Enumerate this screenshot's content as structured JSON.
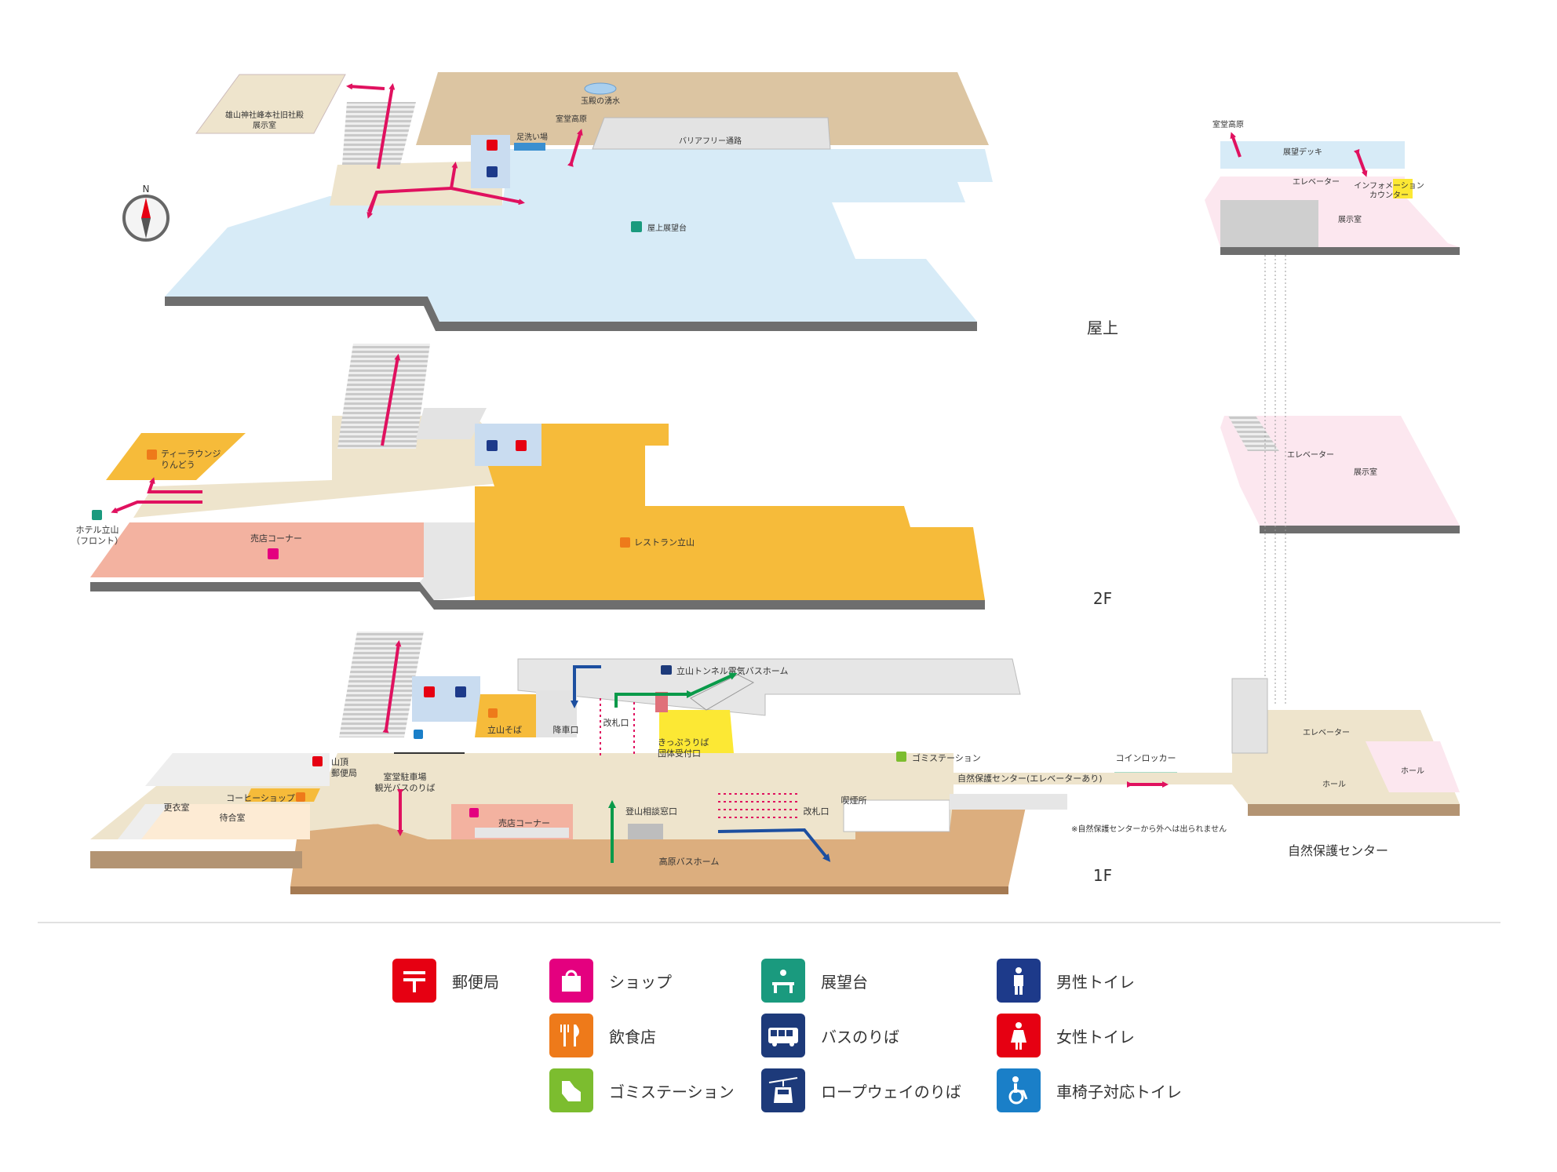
{
  "floors": {
    "rooftop": "屋上",
    "second": "2F",
    "first": "1F"
  },
  "compass": {
    "north": "N"
  },
  "rooftop": {
    "shrine_hall": [
      "雄山神社峰本社旧社殿",
      "展示室"
    ],
    "spring": "玉殿の湧水",
    "foot_wash": "足洗い場",
    "murodo_plateau": "室堂高原",
    "barrier_free": "バリアフリー通路",
    "observation_deck": "屋上展望台"
  },
  "second": {
    "tea_lounge": [
      "ティーラウンジ",
      "りんどう"
    ],
    "hotel": [
      "ホテル立山",
      "（フロント）"
    ],
    "shop_corner": "売店コーナー",
    "restaurant": "レストラン立山"
  },
  "first": {
    "tunnel_bus": "立山トンネル電気バスホーム",
    "tateyama_soba": "立山そば",
    "alighting": "降車口",
    "ticket_gate": "改札口",
    "ticket_office": [
      "きっぷうりば",
      "団体受付口"
    ],
    "garbage_station": "ゴミステーション",
    "summit_post": [
      "山頂",
      "郵便局"
    ],
    "parking": [
      "室堂駐車場",
      "観光バスのりば"
    ],
    "changing_room": "更衣室",
    "coffee_shop": "コーヒーショップ",
    "waiting_room": "待合室",
    "shop_corner": "売店コーナー",
    "climbing_desk": "登山相談窓口",
    "ticket_gate2": "改札口",
    "smoking": "喫煙所",
    "plateau_bus": "高原バスホーム",
    "coin_locker": "コインロッカー",
    "to_nature_center": "自然保護センター(エレベーターあり)",
    "note": "※自然保護センターから外へは出られません"
  },
  "nature_center": {
    "title": "自然保護センター",
    "top": {
      "murodo_plateau": "室堂高原",
      "deck": "展望デッキ",
      "elevator": "エレベーター",
      "info": [
        "インフォメーション",
        "カウンター"
      ],
      "exhibition": "展示室"
    },
    "mid": {
      "elevator": "エレベーター",
      "exhibition": "展示室"
    },
    "bottom": {
      "elevator": "エレベーター",
      "hall": "ホール",
      "hall2": "ホール"
    }
  },
  "legend": [
    {
      "name": "post-office",
      "label": "郵便局",
      "color": "#e60012"
    },
    {
      "name": "shop",
      "label": "ショップ",
      "color": "#e4007f"
    },
    {
      "name": "observation",
      "label": "展望台",
      "color": "#1a9a7e"
    },
    {
      "name": "male-toilet",
      "label": "男性トイレ",
      "color": "#1d3a8a"
    },
    {
      "name": "restaurant",
      "label": "飲食店",
      "color": "#ee7a1a"
    },
    {
      "name": "bus",
      "label": "バスのりば",
      "color": "#1d3a7a"
    },
    {
      "name": "female-toilet",
      "label": "女性トイレ",
      "color": "#e60012"
    },
    {
      "name": "garbage",
      "label": "ゴミステーション",
      "color": "#7cbd2f"
    },
    {
      "name": "ropeway",
      "label": "ロープウェイのりば",
      "color": "#1d3a7a"
    },
    {
      "name": "accessible-toilet",
      "label": "車椅子対応トイレ",
      "color": "#1a7fc8"
    }
  ],
  "colors": {
    "observation_blue": "#d7ebf7",
    "floor_beige": "#eee4cc",
    "restaurant_orange": "#f6bb3a",
    "shop_pink": "#f3b2a0",
    "earth": "#dcc5a2",
    "exhibit_pink": "#fce7ef"
  }
}
